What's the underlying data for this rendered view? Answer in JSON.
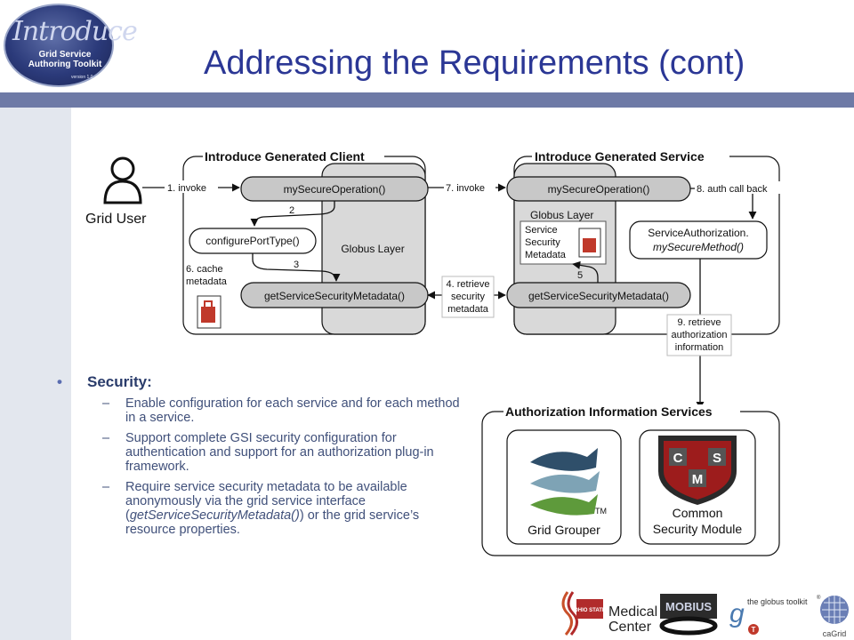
{
  "slide": {
    "title": "Addressing the Requirements (cont)",
    "logo": {
      "script_text": "Introduce",
      "subtitle_line1": "Grid Service",
      "subtitle_line2": "Authoring Toolkit",
      "version": "version 1.0"
    }
  },
  "diagram": {
    "grid_user_label": "Grid User",
    "client_group_title": "Introduce Generated Client",
    "service_group_title": "Introduce Generated Service",
    "client_globus_label": "Globus Layer",
    "service_globus_label": "Globus Layer",
    "service_security_metadata": [
      "Service",
      "Security",
      "Metadata"
    ],
    "client_nodes": {
      "op": "mySecureOperation()",
      "configure": "configurePortType()",
      "getmeta": "getServiceSecurityMetadata()"
    },
    "service_nodes": {
      "op": "mySecureOperation()",
      "getmeta": "getServiceSecurityMetadata()",
      "auth_line1": "ServiceAuthorization.",
      "auth_line2": "mySecureMethod()"
    },
    "edge_labels": {
      "invoke1": "1. invoke",
      "step2": "2",
      "step3": "3",
      "retrieve4": [
        "4. retrieve",
        "security",
        "metadata"
      ],
      "step5": "5",
      "cache6": [
        "6. cache",
        "metadata"
      ],
      "invoke7": "7. invoke",
      "callback8": "8. auth call back",
      "retrieve9": [
        "9. retrieve",
        "authorization",
        "information"
      ]
    },
    "auth_services_title": "Authorization Information Services",
    "grid_grouper": "Grid Grouper",
    "tm": "TM",
    "csm_line1": "Common",
    "csm_line2": "Security Module",
    "csm_letters": [
      "C",
      "S",
      "M"
    ]
  },
  "bullets": {
    "heading": "Security:",
    "items": [
      {
        "text": "Enable configuration for each service and for each method in a service."
      },
      {
        "text": "Support complete GSI security configuration for authentication and support for an authorization plug-in framework."
      },
      {
        "pre": "Require service security metadata to be available anonymously via the grid service interface (",
        "em": "getServiceSecurityMetadata()",
        "post": ") or the grid service’s resource properties."
      }
    ]
  },
  "footer": {
    "medical_line1": "Medical",
    "medical_line2": "Center",
    "osu_text": "OHIO STATE",
    "mobius": "MOBIUS",
    "globus": "the globus toolkit",
    "globus_reg": "®",
    "globus_badge": "T",
    "cagrid": "caGrid"
  },
  "colors": {
    "title": "#2b3795",
    "band": "#6e7aa6",
    "leftbar": "#e3e7ee",
    "node_fill": "#c8c8c8",
    "layer_fill": "#d9d9d9"
  }
}
